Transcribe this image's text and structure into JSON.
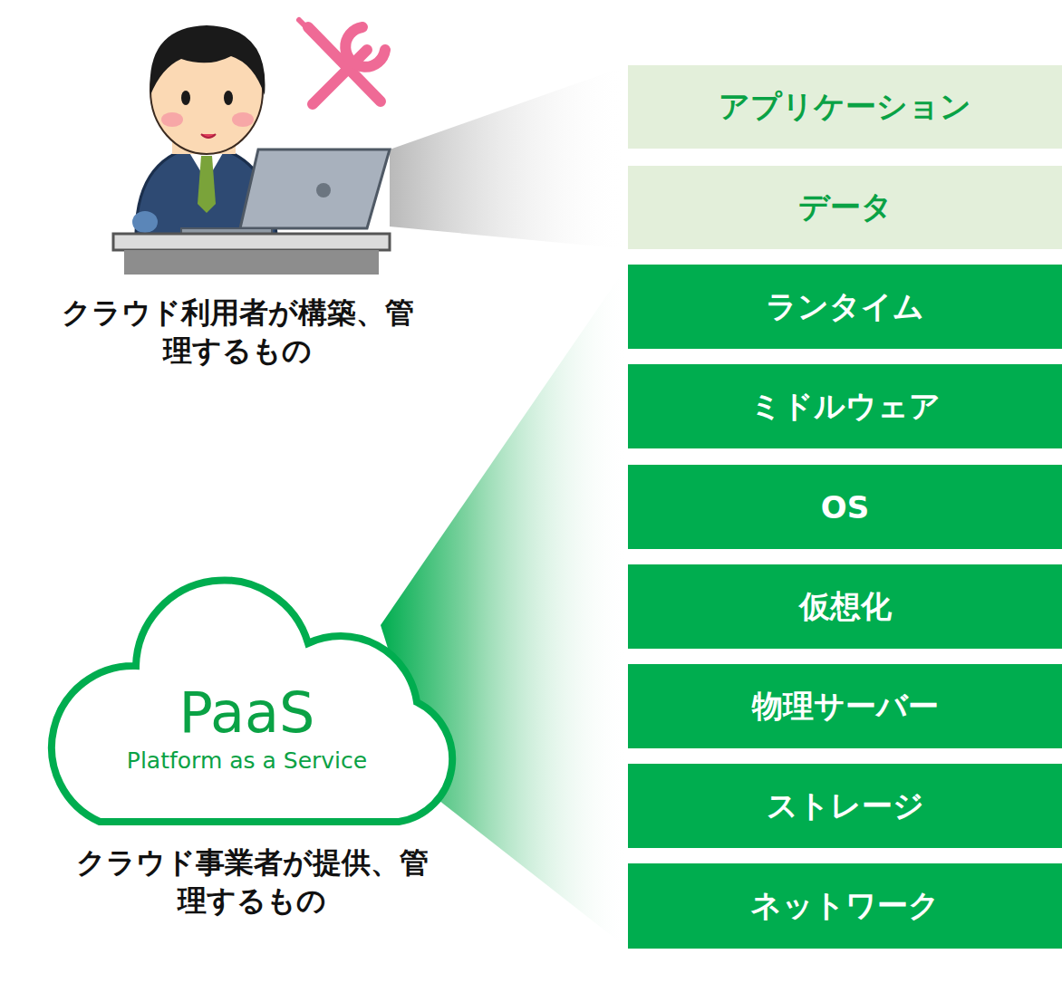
{
  "diagram": {
    "nodes": [
      {
        "text": [
          "アプリケーション"
        ]
      },
      {
        "text": [
          "データ"
        ]
      },
      {
        "text": [
          "ランタイム"
        ]
      },
      {
        "text": [
          "ミドルウェア"
        ]
      },
      {
        "text": [
          "OS"
        ]
      },
      {
        "text": [
          "仮想化"
        ]
      },
      {
        "text": [
          "物理サーバー"
        ]
      },
      {
        "text": [
          "ストレージ"
        ]
      },
      {
        "text": [
          "ネットワーク"
        ]
      },
      {
        "text": [
          "PaaS",
          "Platform as a Service"
        ]
      }
    ],
    "labels": [
      "クラウド利用者が構築、管理するもの",
      "クラウド事業者が提供、管理するもの"
    ]
  }
}
